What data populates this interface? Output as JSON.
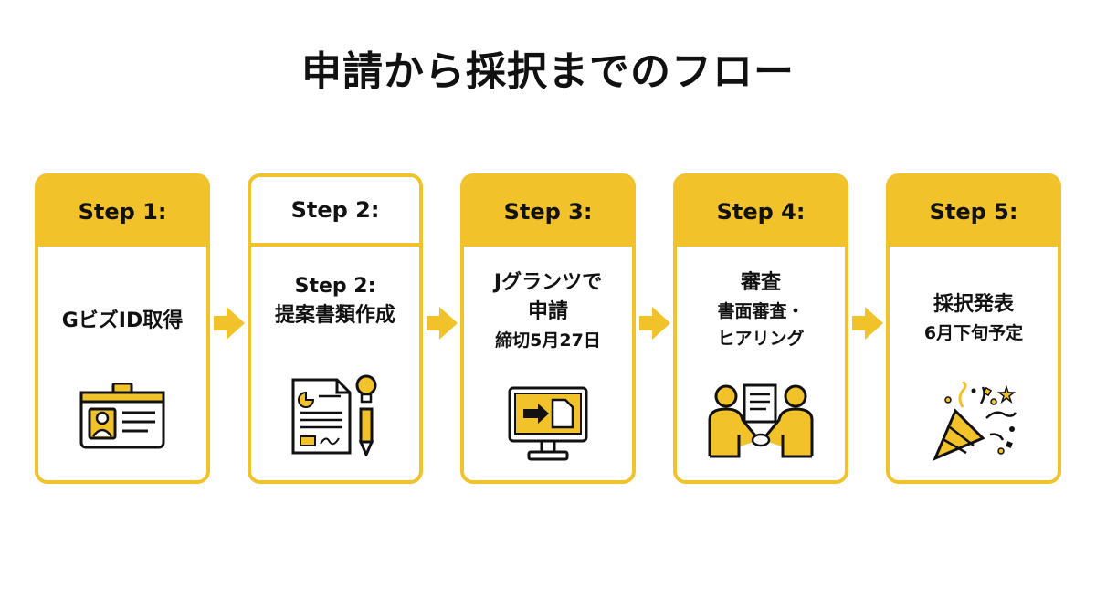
{
  "title": "申請から採択までのフロー",
  "colors": {
    "accent": "#f2c22a",
    "dark": "#111111"
  },
  "steps": [
    {
      "header": "Step 1:",
      "lines": [
        "GビズID取得"
      ],
      "icon": "id-card-icon"
    },
    {
      "header": "Step 2:",
      "lines": [
        "Step 2:",
        "提案書類作成"
      ],
      "icon": "document-lightbulb-pen-icon"
    },
    {
      "header": "Step 3:",
      "lines": [
        "Jグランツで",
        "申請",
        "締切5月27日"
      ],
      "icon": "computer-submit-icon"
    },
    {
      "header": "Step 4:",
      "lines": [
        "審査",
        "書面審査・",
        "ヒアリング"
      ],
      "icon": "handshake-icon"
    },
    {
      "header": "Step 5:",
      "lines": [
        "採択発表",
        "6月下旬予定"
      ],
      "icon": "party-popper-icon"
    }
  ]
}
